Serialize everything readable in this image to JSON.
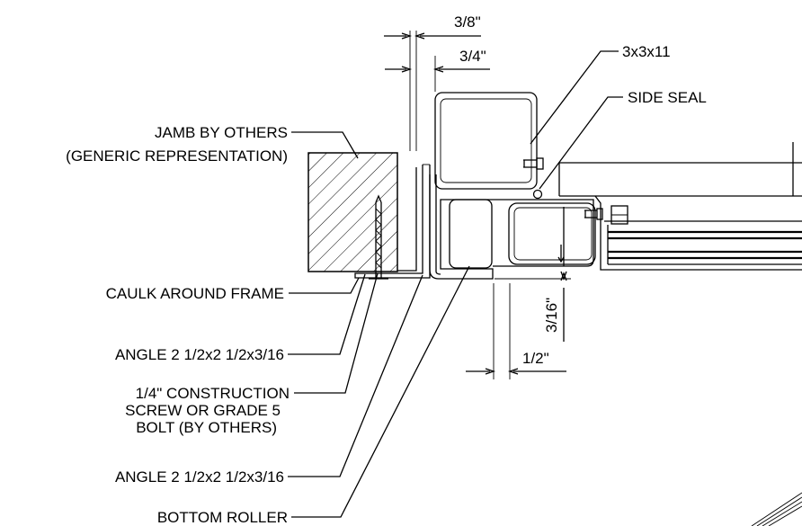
{
  "labels": {
    "jamb_line1": "JAMB BY OTHERS",
    "jamb_line2": "(GENERIC REPRESENTATION)",
    "caulk": "CAULK AROUND FRAME",
    "angle_upper": "ANGLE 2 1/2x2 1/2x3/16",
    "screw_line1": "1/4\" CONSTRUCTION",
    "screw_line2": "SCREW OR GRADE 5",
    "screw_line3": "BOLT (BY OTHERS)",
    "angle_lower": "ANGLE 2 1/2x2 1/2x3/16",
    "bottom_roller": "BOTTOM ROLLER",
    "tube": "3x3x11",
    "side_seal": "SIDE SEAL"
  },
  "dimensions": {
    "gap_3_8": "3/8\"",
    "gap_3_4": "3/4\"",
    "vert_3_16": "3/16\"",
    "horiz_1_2": "1/2\""
  }
}
